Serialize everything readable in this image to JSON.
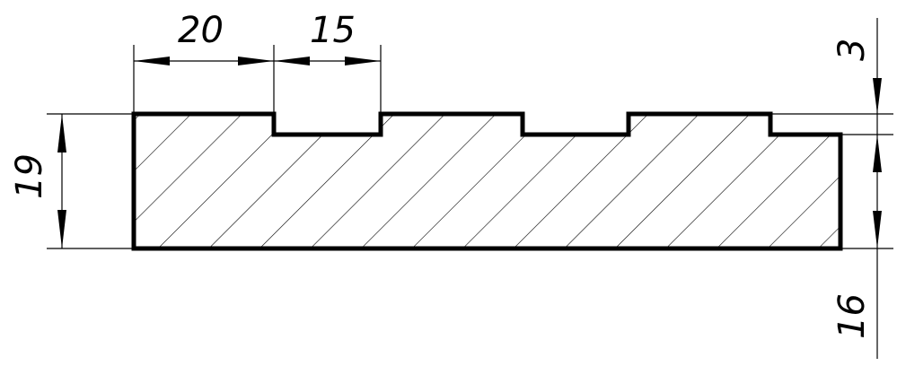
{
  "drawing": {
    "dimensions": {
      "top_left_width": "20",
      "top_groove_width": "15",
      "left_height": "19",
      "right_top_step": "3",
      "right_height": "16"
    }
  }
}
